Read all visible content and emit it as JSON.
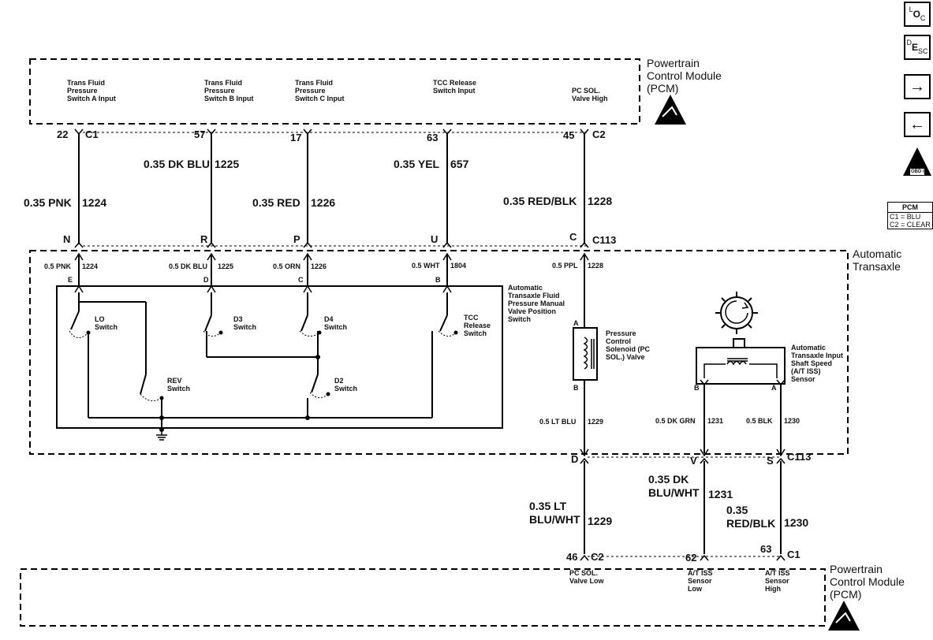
{
  "nav_icons": {
    "loc": {
      "sup": "L",
      "main": "O",
      "sub": "C"
    },
    "desc": {
      "sup": "D",
      "main": "E",
      "sub": "S",
      "sub2": "C"
    },
    "next_arrow": "→",
    "prev_arrow": "←",
    "obd_label": "OBD II"
  },
  "pcm_legend": {
    "title": "PCM",
    "rows": [
      "C1 = BLU",
      "C2 = CLEAR"
    ]
  },
  "modules": {
    "pcm_top": "Powertrain Control Module (PCM)",
    "transaxle": "Automatic Transaxle",
    "pcm_bottom": "Powertrain Control Module (PCM)"
  },
  "pcm_top_inputs": [
    "Trans Fluid Pressure Switch A Input",
    "Trans Fluid Pressure Switch B Input",
    "Trans Fluid Pressure Switch C Input",
    "TCC Release Switch Input",
    "PC SOL. Valve High"
  ],
  "pcm_bottom_inputs": [
    "PC SOL. Valve Low",
    "A/T ISS Sensor Low",
    "A/T ISS Sensor High"
  ],
  "top_pins": [
    "22",
    "57",
    "17",
    "63",
    "45"
  ],
  "top_connectors": [
    "C1",
    "C2"
  ],
  "mid_pins": [
    "N",
    "R",
    "P",
    "U",
    "C"
  ],
  "mid_connector": "C113",
  "lower_pins": [
    "D",
    "V",
    "S"
  ],
  "lower_connector": "C113",
  "bottom_pins": [
    "46",
    "62",
    "63"
  ],
  "bottom_connectors": [
    "C2",
    "C1"
  ],
  "wires_upper": [
    "0.35 PNK",
    "1224",
    "0.35 DK BLU",
    "1225",
    "0.35 RED",
    "1226",
    "0.35 YEL",
    "657",
    "0.35 RED/BLK",
    "1228"
  ],
  "wires_inner_top": [
    "0.5 PNK",
    "1224",
    "0.5 DK BLU",
    "1225",
    "0.5 ORN",
    "1226",
    "0.5 WHT",
    "1804",
    "0.5 PPL",
    "1228"
  ],
  "inner_pins": [
    "E",
    "D",
    "C",
    "B"
  ],
  "wires_inner_bottom": [
    "0.5 LT BLU",
    "1229",
    "0.5 DK GRN",
    "1231",
    "0.5 BLK",
    "1230"
  ],
  "wires_lower": [
    "0.35 LT BLU/WHT",
    "1229",
    "0.35 DK BLU/WHT",
    "1231",
    "0.35 RED/BLK",
    "1230"
  ],
  "switch_assembly": "Automatic Transaxle Fluid Pressure Manual Valve Position Switch",
  "switches": [
    "LO Switch",
    "D3 Switch",
    "D4 Switch",
    "TCC Release Switch",
    "REV Switch",
    "D2 Switch"
  ],
  "solenoid": {
    "label": "Pressure Control Solenoid (PC SOL.) Valve",
    "pin_a": "A",
    "pin_b": "B"
  },
  "iss_sensor": {
    "label": "Automatic Transaxle Input Shaft Speed (A/T ISS) Sensor",
    "pin_b": "B",
    "pin_a": "A"
  }
}
